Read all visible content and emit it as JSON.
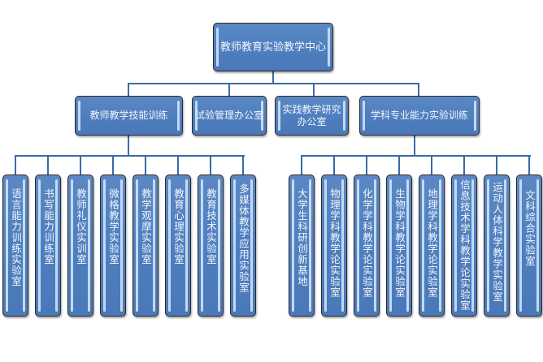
{
  "root": {
    "label": "教师教育实验教学中心"
  },
  "level2": [
    {
      "id": "skills",
      "label": "教师教学技能训练"
    },
    {
      "id": "admin",
      "label": "试验管理办公室"
    },
    {
      "id": "research",
      "label": "实践教学研究办公室"
    },
    {
      "id": "subject",
      "label": "学科专业能力实验训练"
    }
  ],
  "skills_children": [
    {
      "label": "语言能力训练实验室"
    },
    {
      "label": "书写能力训练室"
    },
    {
      "label": "教师礼仪实训室"
    },
    {
      "label": "微格教学实验室"
    },
    {
      "label": "教学观摩实验室"
    },
    {
      "label": "教育心理实验室"
    },
    {
      "label": "教育技术实验室"
    },
    {
      "label": "多媒体教学应用实验室"
    }
  ],
  "subject_children": [
    {
      "label": "大学生科研创新基地"
    },
    {
      "label": "物理学科教学论实验室"
    },
    {
      "label": "化学学科教学论实验室"
    },
    {
      "label": "生物学科教学论实验室"
    },
    {
      "label": "地理学科教学论实验室"
    },
    {
      "label": "信息技术学科教学论实验室"
    },
    {
      "label": "运动人体科学教学实验室"
    },
    {
      "label": "文科综合实验室"
    }
  ],
  "colors": {
    "node_fill": "#4f7fbf",
    "node_border": "#2b2b2b",
    "connector": "#3a6aa8",
    "text": "#f2f6fb"
  }
}
